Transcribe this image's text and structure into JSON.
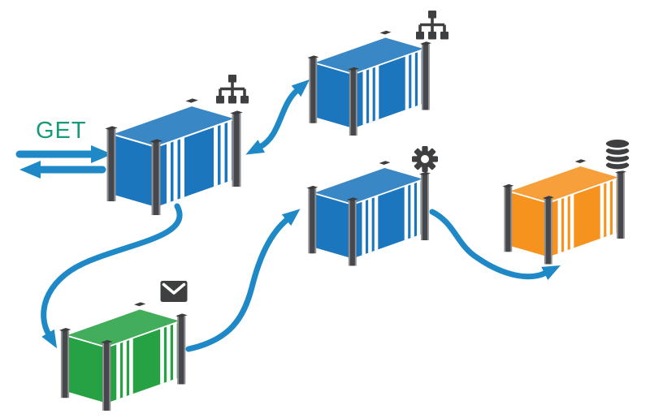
{
  "labels": {
    "get": "GET"
  },
  "colors": {
    "container_blue": "#1c76bd",
    "container_green": "#26a143",
    "container_orange": "#f6921e",
    "arrow": "#1f88c6",
    "get_text": "#189a7a",
    "icon": "#3e3f41"
  },
  "diagram": {
    "nodes": [
      {
        "id": "container-blue-1",
        "fill": "blue",
        "badge": "sitemap-icon"
      },
      {
        "id": "container-blue-2",
        "fill": "blue",
        "badge": "sitemap-icon"
      },
      {
        "id": "container-blue-3",
        "fill": "blue",
        "badge": "gear-icon"
      },
      {
        "id": "container-orange",
        "fill": "orange",
        "badge": "database-icon"
      },
      {
        "id": "container-green",
        "fill": "green",
        "badge": "envelope-icon"
      }
    ],
    "edges": [
      {
        "from": "left-edge",
        "to": "container-blue-1",
        "style": "straight",
        "direction": "right",
        "label": "GET"
      },
      {
        "from": "container-blue-1",
        "to": "left-edge",
        "style": "straight",
        "direction": "left"
      },
      {
        "from": "container-blue-1",
        "to": "container-blue-2",
        "style": "curved",
        "direction": "both"
      },
      {
        "from": "container-blue-1",
        "to": "container-green",
        "style": "curved",
        "direction": "forward"
      },
      {
        "from": "container-green",
        "to": "container-blue-3",
        "style": "curved",
        "direction": "forward"
      },
      {
        "from": "container-blue-3",
        "to": "container-orange",
        "style": "curved",
        "direction": "forward"
      }
    ]
  }
}
